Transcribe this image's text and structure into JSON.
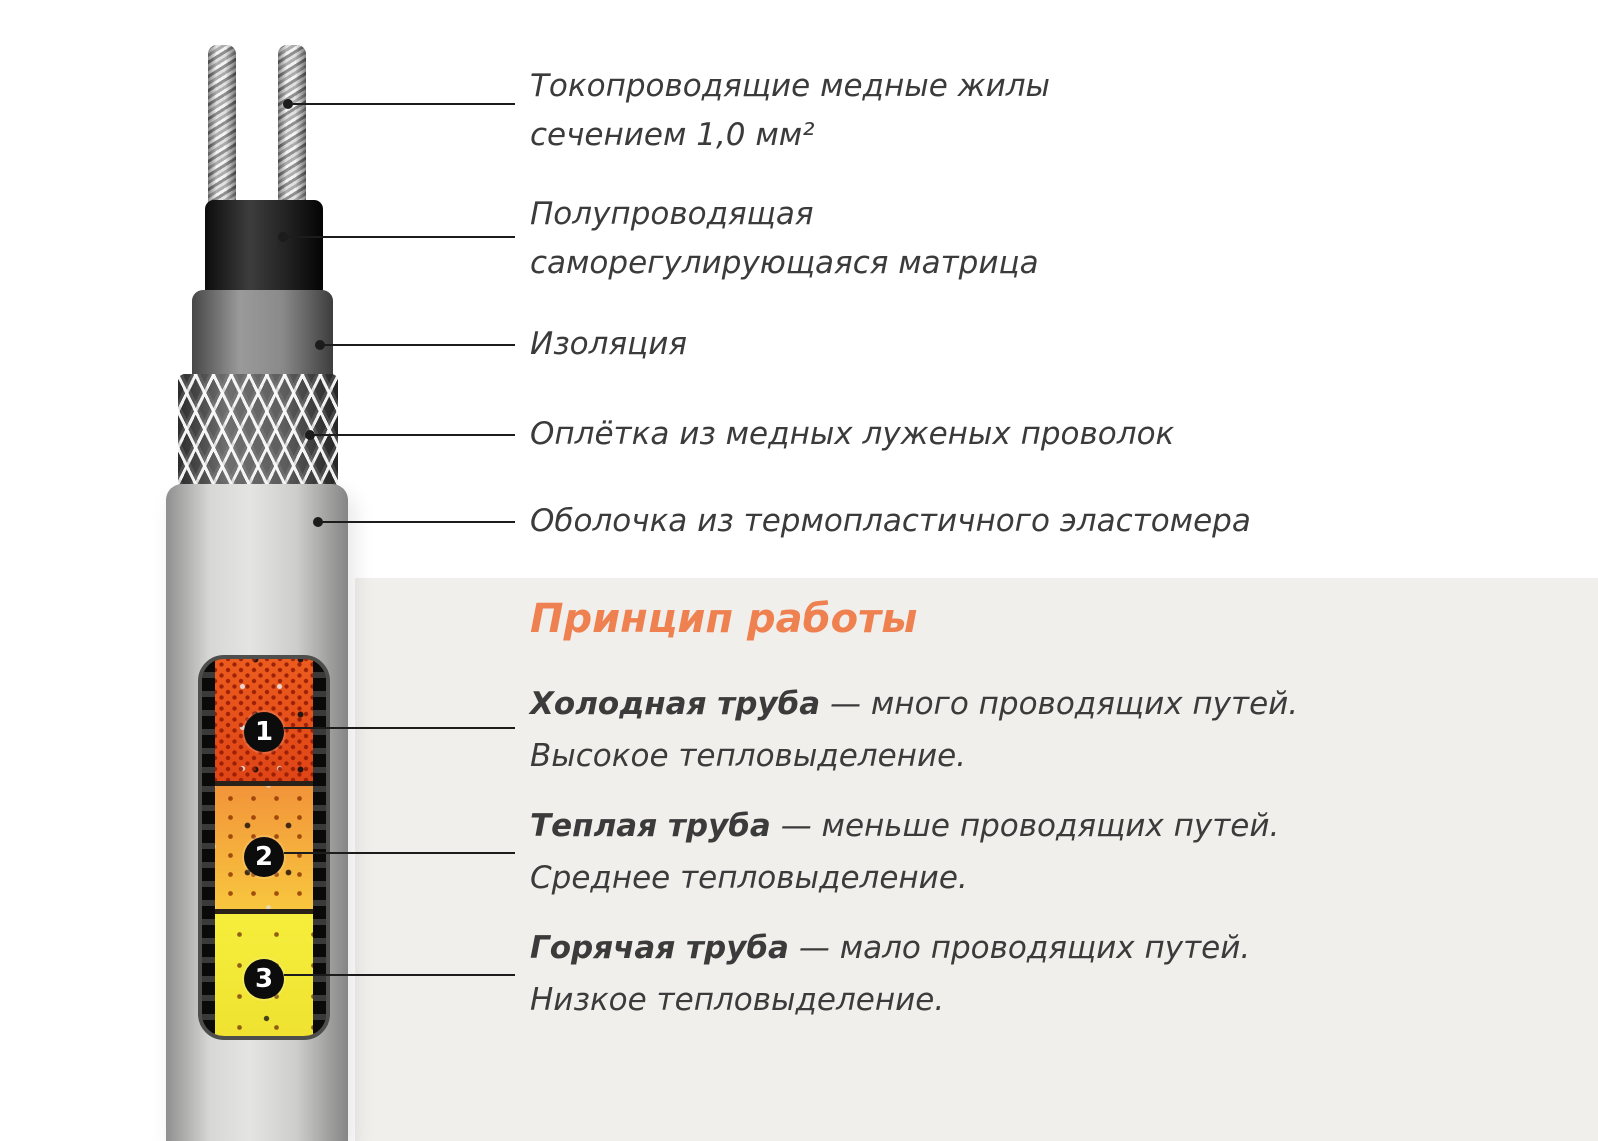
{
  "callouts": [
    {
      "lines": [
        "Токопроводящие медные жилы",
        "сечением 1,0 мм²"
      ]
    },
    {
      "lines": [
        "Полупроводящая",
        "саморегулирующаяся матрица"
      ]
    },
    {
      "lines": [
        "Изоляция"
      ]
    },
    {
      "lines": [
        "Оплётка из медных луженых проволок"
      ]
    },
    {
      "lines": [
        "Оболочка из термопластичного эластомера"
      ]
    }
  ],
  "principle": {
    "title": "Принцип работы",
    "items": [
      {
        "badge": "1",
        "lead": "Холодная труба",
        "rest": " — много проводящих путей.",
        "line2": "Высокое тепловыделение."
      },
      {
        "badge": "2",
        "lead": "Теплая труба",
        "rest": " — меньше проводящих путей.",
        "line2": "Среднее тепловыделение."
      },
      {
        "badge": "3",
        "lead": "Горячая труба",
        "rest": " — мало проводящих путей.",
        "line2": "Низкое тепловыделение."
      }
    ]
  },
  "colors": {
    "accent_orange": "#ef8150",
    "panel_bg": "#f0efec",
    "text": "#3b3b3b",
    "cold_segment": "#e6551d",
    "warm_segment": "#f6b23e",
    "hot_segment": "#f3ea38"
  }
}
